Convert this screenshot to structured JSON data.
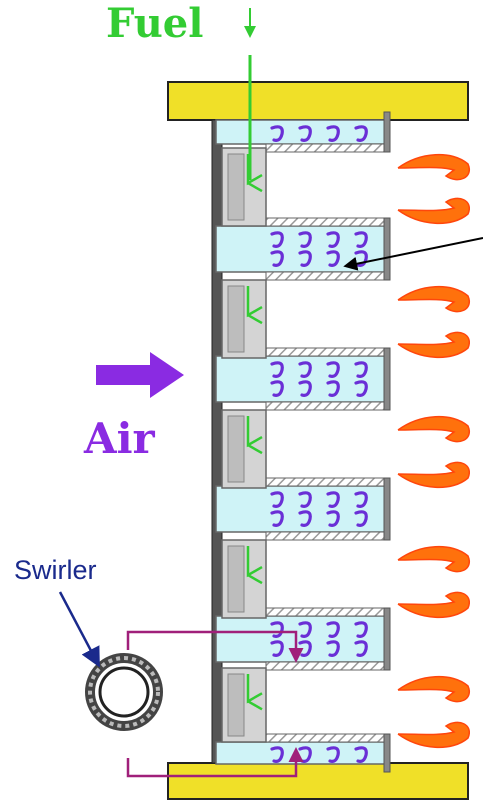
{
  "labels": {
    "fuel": "Fuel",
    "air": "Air",
    "swirler": "Swirler"
  },
  "colors": {
    "fuel": "#33cc33",
    "air": "#8a2be2",
    "swirler_label": "#1a2a8c",
    "end_plate": "#f0e028",
    "premix_channel": "#cff3f7",
    "swirl_marks": "#6a2fd6",
    "flame": "#ff6a00",
    "fuel_inject": "#33cc33",
    "hatch": "#9a9a9a",
    "swirler_ring": "#444444",
    "air_path": "#a0207a"
  }
}
